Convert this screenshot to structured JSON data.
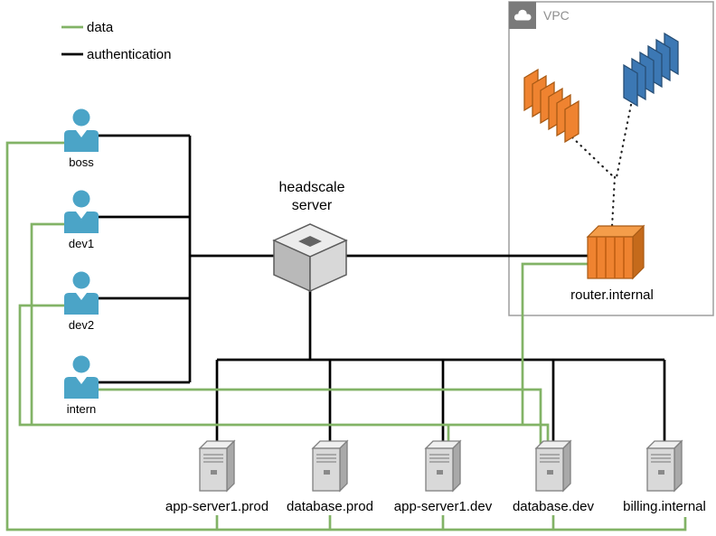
{
  "legend": {
    "items": [
      {
        "label": "data",
        "color": "#82b366"
      },
      {
        "label": "authentication",
        "color": "#000000"
      }
    ]
  },
  "users": [
    {
      "name": "boss"
    },
    {
      "name": "dev1"
    },
    {
      "name": "dev2"
    },
    {
      "name": "intern"
    }
  ],
  "headscale": {
    "label_line1": "headscale",
    "label_line2": "server"
  },
  "vpc": {
    "label": "VPC",
    "router_label": "router.internal"
  },
  "servers": [
    {
      "name": "app-server1.prod"
    },
    {
      "name": "database.prod"
    },
    {
      "name": "app-server1.dev"
    },
    {
      "name": "database.dev"
    },
    {
      "name": "billing.internal"
    }
  ],
  "colors": {
    "data_line": "#82b366",
    "auth_line": "#000000",
    "user_icon": "#4ba4c7",
    "aws_orange": "#ef8330",
    "aws_blue": "#3c78b4",
    "server_gray": "#d9d9d9"
  }
}
